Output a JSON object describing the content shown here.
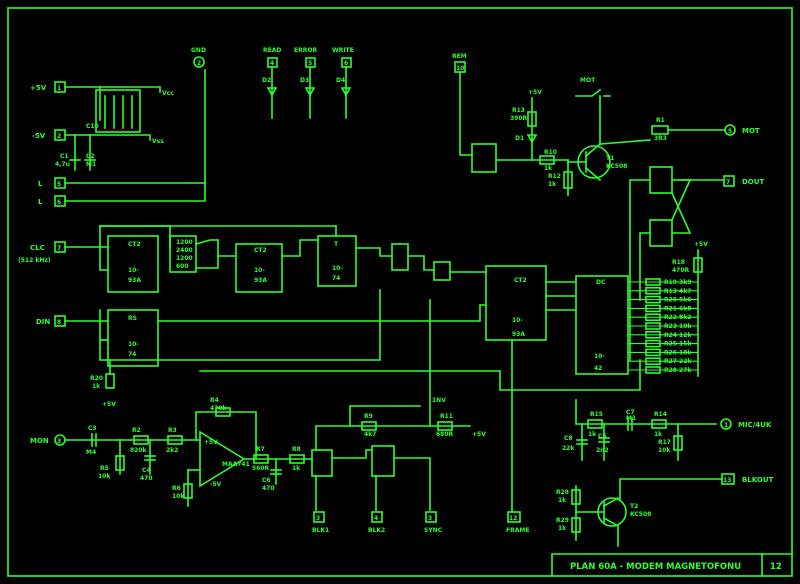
{
  "title": {
    "text": "PLAN 60A - MODEM MAGNETOFONU",
    "sheet": "12"
  },
  "connectors": {
    "gnd": {
      "num": "2",
      "label": "GND"
    },
    "p5v": {
      "num": "1",
      "label": "+5V"
    },
    "m5v": {
      "num": "2",
      "label": "-5V"
    },
    "l1": {
      "num": "5",
      "label": "L"
    },
    "l2": {
      "num": "6",
      "label": "L"
    },
    "clc": {
      "num": "7",
      "label": "CLC",
      "sub": "(512 kHz)"
    },
    "din": {
      "num": "8",
      "label": "DIN"
    },
    "mon": {
      "num": "3",
      "label": "MON"
    },
    "read": {
      "num": "4",
      "label": "READ"
    },
    "error": {
      "num": "5",
      "label": "ERROR"
    },
    "write": {
      "num": "6",
      "label": "WRITE"
    },
    "rem": {
      "num": "10",
      "label": "REM"
    },
    "mot": {
      "num": "5",
      "label": "MOT"
    },
    "dout": {
      "num": "7",
      "label": "DOUT"
    },
    "mic": {
      "num": "1",
      "label": "MIC/4UK"
    },
    "blkout": {
      "num": "13",
      "label": "BLKOUT"
    },
    "blk1": {
      "num": "3",
      "label": "BLK1"
    },
    "blk2": {
      "num": "4",
      "label": "BLK2"
    },
    "sync": {
      "num": "3",
      "label": "SYNC"
    },
    "frame": {
      "num": "12",
      "label": "FRAME"
    }
  },
  "chips": {
    "ct2a": {
      "name": "CT2",
      "part": "10-",
      "sub": "93A"
    },
    "ct2b": {
      "name": "CT2",
      "part": "10-",
      "sub": "93A"
    },
    "rs": {
      "name": "RS",
      "part": "10-",
      "sub": "74"
    },
    "t": {
      "name": "T",
      "part": "10-",
      "sub": "74"
    },
    "ct2c": {
      "name": "CT2",
      "part": "10-",
      "sub": "93A"
    },
    "dc": {
      "name": "DC",
      "part": "10-",
      "sub": "42"
    },
    "opamp": {
      "name": "MAA741"
    }
  },
  "labels": {
    "vcc": "Vcc",
    "vss": "Vss",
    "c1": "C1",
    "c1v": "4,7u",
    "c2": "C2",
    "c2v": "M1",
    "c10": "C10",
    "m1": "M1",
    "d2": "D2",
    "d3": "D3",
    "d4": "D4",
    "d1": "D1",
    "r13": "R13",
    "r13v": "390R",
    "r10": "R10",
    "r10v": "1k",
    "r12": "R12",
    "r12v": "1k",
    "r1": "R1",
    "r1v": "3R3",
    "t1": "T1",
    "t1v": "KC508",
    "mot_sw": "MOT",
    "p5v_a": "+5V",
    "p5v_b": "+5V",
    "p5v_c": "+5V",
    "p5v_d": "+5V",
    "m5v_a": "-5V",
    "m5v_b": "-5V",
    "r18": "R18",
    "r18v": "470R",
    "r4": "R4",
    "r4v": "470k",
    "r2": "R2",
    "r2v": "820k",
    "r3": "R3",
    "r3v": "2k2",
    "r5": "R5",
    "r5v": "10k",
    "r6": "R6",
    "r6v": "10k",
    "c3": "C3",
    "c3v": "M4",
    "c4": "C4",
    "c4v": "470",
    "r7": "R7",
    "r7v": "560R",
    "c6": "C6",
    "c6v": "470",
    "r8": "R8",
    "r8v": "1k",
    "r9": "R9",
    "r9v": "4k7",
    "r11": "R11",
    "r11v": "680R",
    "r15": "R15",
    "r15v": "1k",
    "c7": "C7",
    "c7v": "M1",
    "r14": "R14",
    "r14v": "1k",
    "r17": "R17",
    "r17v": "10k",
    "c5": "C5",
    "c5v": "2n2",
    "c8": "C8",
    "c8v": "22k",
    "r20": "R20",
    "r20v": "1k",
    "r28": "R28",
    "r28v": "1k",
    "r29": "R29",
    "r29v": "1k",
    "t2": "T2",
    "t2v": "KC508",
    "tnv": "1NV",
    "f1200": "1200",
    "f2400": "2400",
    "f1200b": "1200",
    "f600": "600"
  },
  "ladder": [
    "R19 3k9",
    "R13 4k7",
    "R20 5k6",
    "R21 6k8",
    "R22 8k2",
    "R23 10k",
    "R24 12k",
    "R25 15k",
    "R26 18k",
    "R27 22k",
    "R28 27k"
  ]
}
